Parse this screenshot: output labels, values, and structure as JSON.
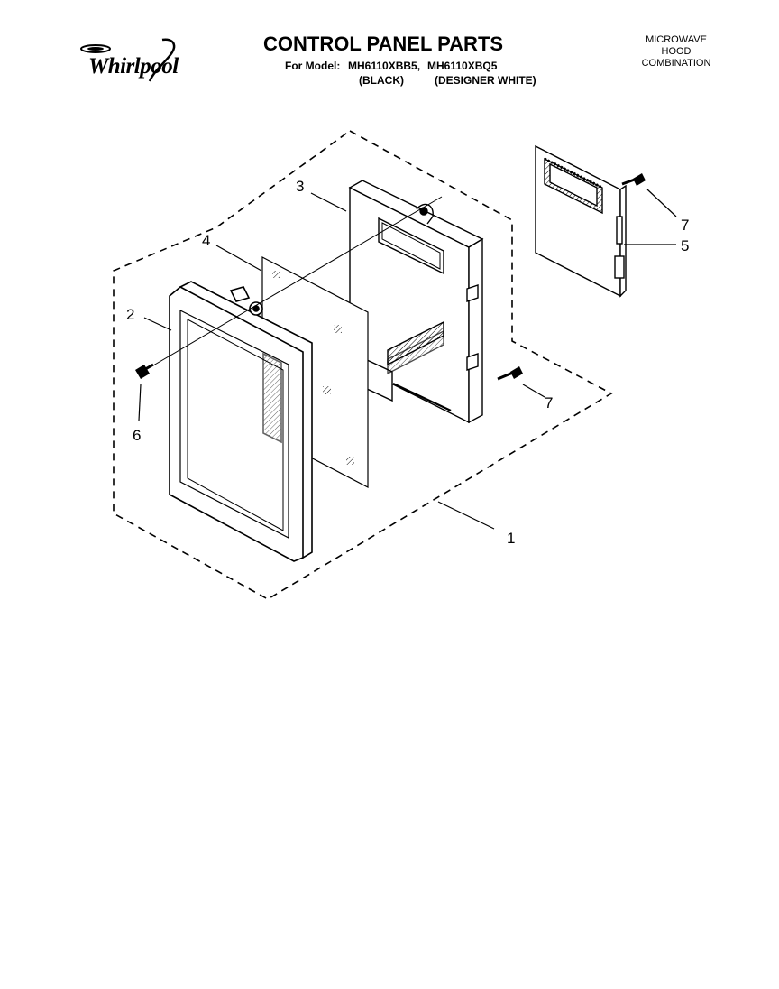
{
  "header": {
    "brand": "Whirlpool",
    "title": "CONTROL PANEL PARTS",
    "model_prefix": "For Model:",
    "models": [
      "MH6110XBB5,",
      "MH6110XBQ5"
    ],
    "variants": [
      "(BLACK)",
      "(DESIGNER WHITE)"
    ],
    "product_type": [
      "MICROWAVE",
      "HOOD",
      "COMBINATION"
    ]
  },
  "diagram": {
    "callouts": {
      "assembly": "1",
      "frame": "2",
      "housing": "3",
      "overlay": "4",
      "control_board": "5",
      "screw_frame": "6",
      "screw_housing": "7",
      "screw_board": "7"
    }
  }
}
